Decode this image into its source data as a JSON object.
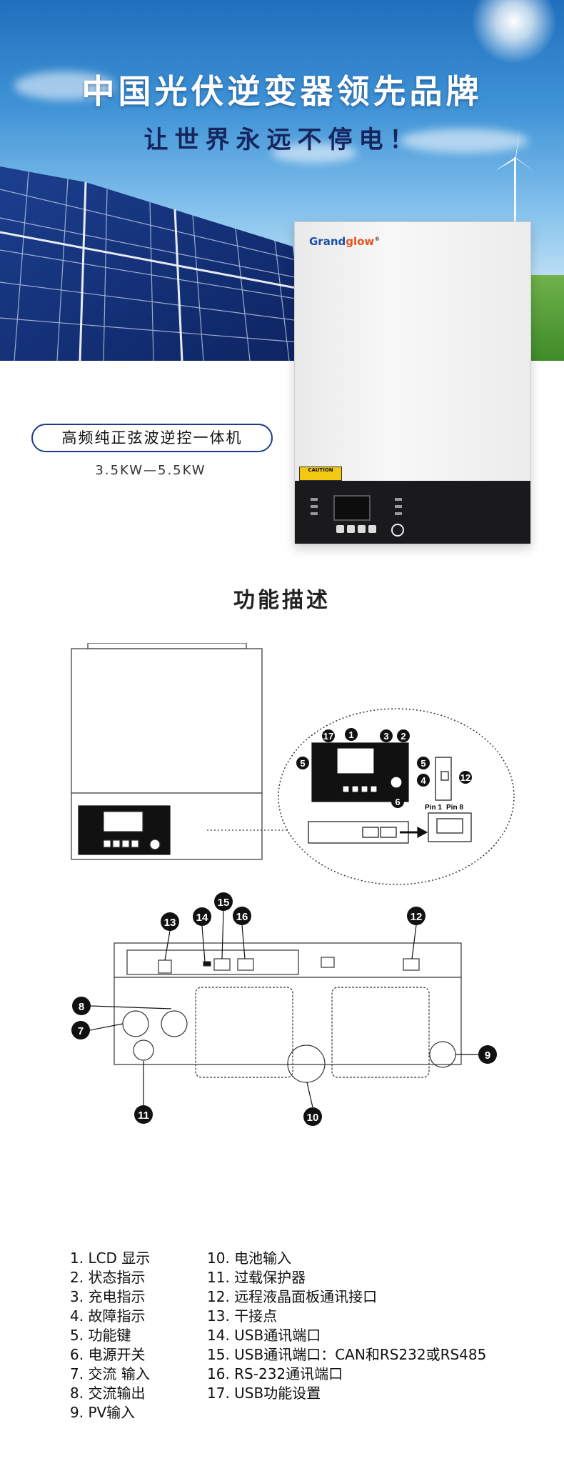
{
  "hero": {
    "title": "中国光伏逆变器领先品牌",
    "subtitle": "让世界永远不停电！",
    "product_name": "高频纯正弦波逆控一体机",
    "power_range": "3.5KW—5.5KW",
    "brand_main": "Grand",
    "brand_accent": "glow",
    "brand_mark": "®",
    "caution_label": "CAUTION"
  },
  "section": {
    "title": "功能描述"
  },
  "diagram": {
    "callouts_front": [
      "17",
      "1",
      "3",
      "2",
      "5",
      "5",
      "4",
      "6",
      "12"
    ],
    "pin_labels": [
      "Pin 1",
      "Pin 8"
    ],
    "callouts_bottom": [
      "15",
      "14",
      "16",
      "13",
      "12",
      "8",
      "7",
      "9",
      "11",
      "10"
    ]
  },
  "legend": {
    "left": [
      "1. LCD 显示",
      "2. 状态指示",
      "3. 充电指示",
      "4. 故障指示",
      "5. 功能键",
      "6. 电源开关",
      "7. 交流 输入",
      "8. 交流输出",
      "9. PV输入"
    ],
    "right": [
      "10. 电池输入",
      "11. 过载保护器",
      "12. 远程液晶面板通讯接口",
      "13. 干接点",
      "14. USB通讯端口",
      "15. USB通讯端口：CAN和RS232或RS485",
      "16. RS-232通讯端口",
      "17. USB功能设置"
    ]
  },
  "colors": {
    "sky_top": "#1f6fbd",
    "brand_blue": "#1b4fa5",
    "brand_orange": "#e8531c",
    "outline_blue": "#1d3b8c"
  }
}
